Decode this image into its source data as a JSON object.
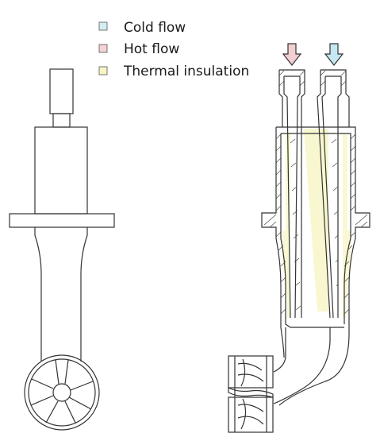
{
  "legend": {
    "items": [
      {
        "label": "Cold flow",
        "color": "#d4eef4"
      },
      {
        "label": "Hot flow",
        "color": "#f3d3d6"
      },
      {
        "label": "Thermal insulation",
        "color": "#f7f5c4"
      }
    ]
  },
  "colors": {
    "outline": "#333333",
    "insulation": "#f9f7cf",
    "cold_arrow": "#c6e8f2",
    "hot_arrow": "#f2cfd2"
  },
  "icons": {
    "cold_inlet": "arrow-down-icon",
    "hot_inlet": "arrow-down-icon"
  }
}
